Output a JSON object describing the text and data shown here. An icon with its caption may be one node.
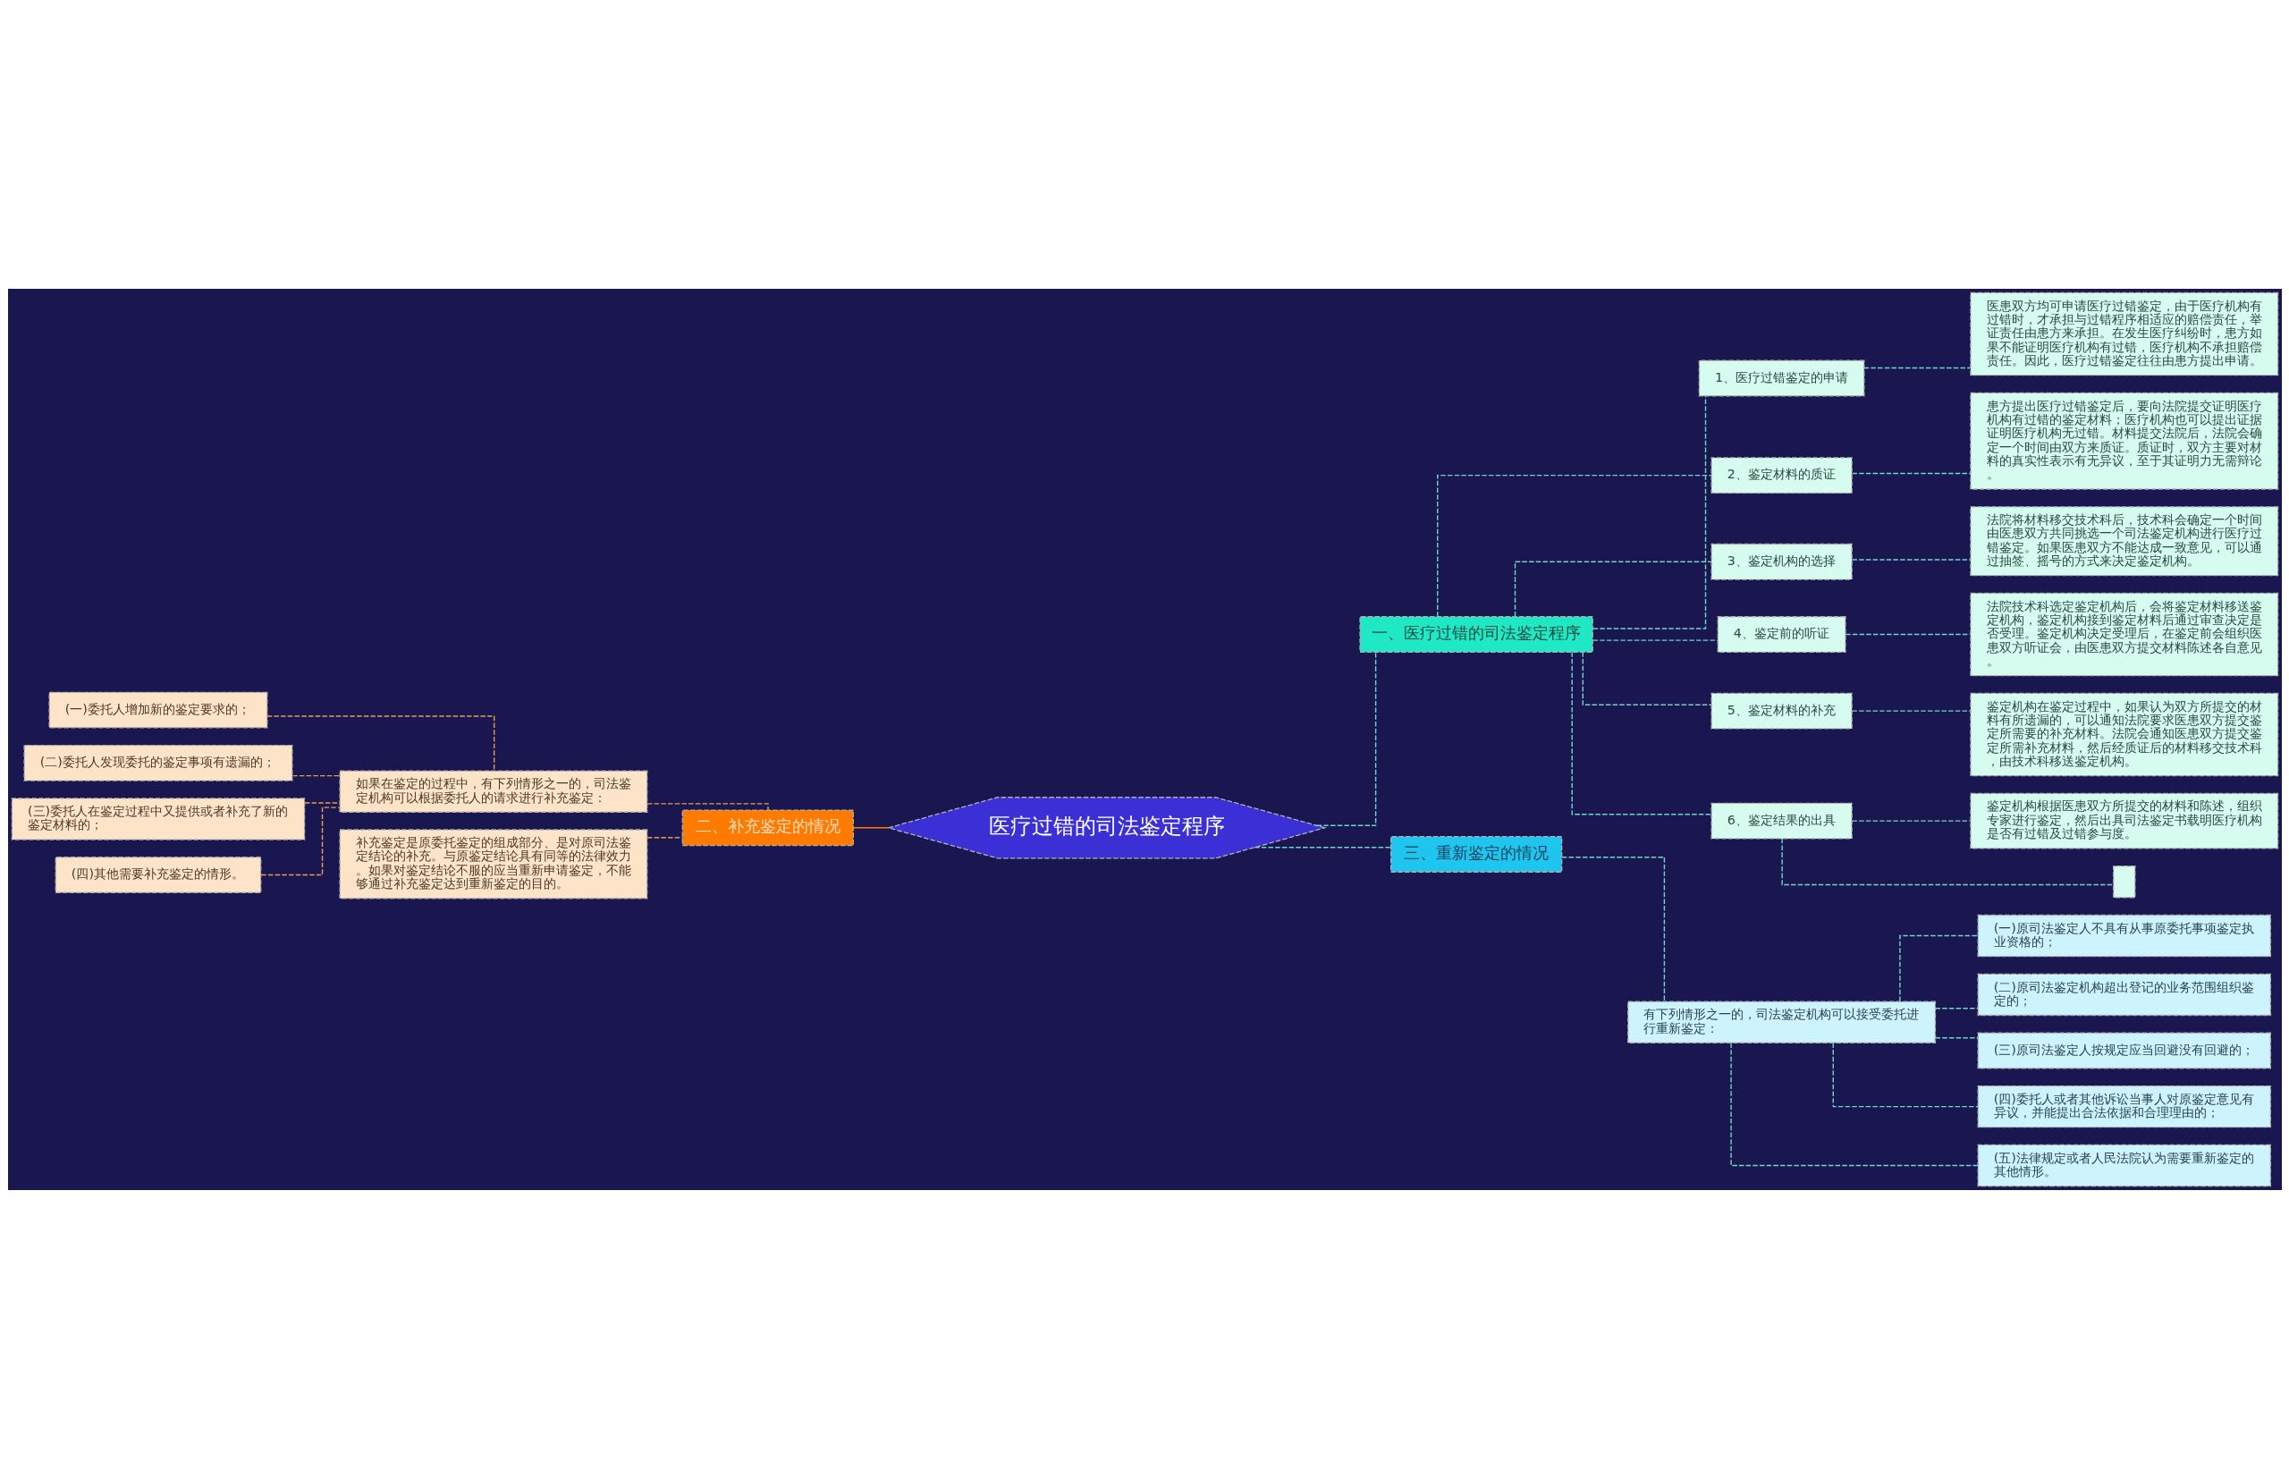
{
  "diagram": {
    "nodes": [
      {
        "text": [
          "医疗过错的司法鉴定程序"
        ]
      },
      {
        "text": [
          "一、医疗过错的司法鉴定程序"
        ]
      },
      {
        "text": [
          "1、医疗过错鉴定的申请"
        ]
      },
      {
        "text": [
          "医患双方均可申请医疗过错鉴定，由于医疗机构有过错时，才承担与过错程序相适应的赔偿责任，举证责任由患方来承担。在发生医疗纠纷时，患方如果不能证明医疗机构有过错，医疗机构不承担赔偿责任。因此，医疗过错鉴定往往由患方提出申请。"
        ]
      },
      {
        "text": [
          "2、鉴定材料的质证"
        ]
      },
      {
        "text": [
          "患方提出医疗过错鉴定后，要向法院提交证明医疗机构有过错的鉴定材料；医疗机构也可以提出证据证明医疗机构无过错。材料提交法院后，法院会确定一个时间由双方来质证。质证时，双方主要对材料的真实性表示有无异议，至于其证明力无需辩论。"
        ]
      },
      {
        "text": [
          "3、鉴定机构的选择"
        ]
      },
      {
        "text": [
          "法院将材料移交技术科后，技术科会确定一个时间由医患双方共同挑选一个司法鉴定机构进行医疗过错鉴定。如果医患双方不能达成一致意见，可以通过抽签、摇号的方式来决定鉴定机构。"
        ]
      },
      {
        "text": [
          "4、鉴定前的听证"
        ]
      },
      {
        "text": [
          "法院技术科选定鉴定机构后，会将鉴定材料移送鉴定机构，鉴定机构接到鉴定材料后通过审查决定是否受理。鉴定机构决定受理后，在鉴定前会组织医患双方听证会，由医患双方提交材料陈述各自意见。"
        ]
      },
      {
        "text": [
          "5、鉴定材料的补充"
        ]
      },
      {
        "text": [
          "鉴定机构在鉴定过程中，如果认为双方所提交的材料有所遗漏的，可以通知法院要求医患双方提交鉴定所需要的补充材料。法院会通知医患双方提交鉴定所需补充材料，然后经质证后的材料移交技术科，由技术科移送鉴定机构。"
        ]
      },
      {
        "text": [
          "6、鉴定结果的出具"
        ]
      },
      {
        "text": [
          "鉴定机构根据医患双方所提交的材料和陈述，组织专家进行鉴定，然后出具司法鉴定书载明医疗机构是否有过错及过错参与度。"
        ]
      },
      {
        "text": [],
        "shape": "box"
      },
      {
        "text": [
          "二、补充鉴定的情况"
        ]
      },
      {
        "text": [
          "如果在鉴定的过程中，有下列情形之一的，司法鉴定机构可以根据委托人的请求进行补充鉴定："
        ]
      },
      {
        "text": [
          "(一)委托人增加新的鉴定要求的；"
        ]
      },
      {
        "text": [
          "(二)委托人发现委托的鉴定事项有遗漏的；"
        ]
      },
      {
        "text": [
          "(三)委托人在鉴定过程中又提供或者补充了新的鉴定材料的；"
        ]
      },
      {
        "text": [
          "(四)其他需要补充鉴定的情形。"
        ]
      },
      {
        "text": [
          "补充鉴定是原委托鉴定的组成部分、是对原司法鉴定结论的补充。与原鉴定结论具有同等的法律效力。如果对鉴定结论不服的应当重新申请鉴定，不能够通过补充鉴定达到重新鉴定的目的。"
        ]
      },
      {
        "text": [
          "三、重新鉴定的情况"
        ]
      },
      {
        "text": [
          "有下列情形之一的，司法鉴定机构可以接受委托进行重新鉴定："
        ]
      },
      {
        "text": [
          "(一)原司法鉴定人不具有从事原委托事项鉴定执业资格的；"
        ]
      },
      {
        "text": [
          "(二)原司法鉴定机构超出登记的业务范围组织鉴定的；"
        ]
      },
      {
        "text": [
          "(三)原司法鉴定人按规定应当回避没有回避的；"
        ]
      },
      {
        "text": [
          "(四)委托人或者其他诉讼当事人对原鉴定意见有异议，并能提出合法依据和合理理由的；"
        ]
      },
      {
        "text": [
          "(五)法律规定或者人民法院认为需要重新鉴定的其他情形。"
        ]
      }
    ],
    "edges": [
      {
        "from": 0,
        "to": 1,
        "arrow": "none",
        "style": "dashed"
      },
      {
        "from": 1,
        "to": 2,
        "arrow": "none",
        "style": "dashed"
      },
      {
        "from": 2,
        "to": 3,
        "arrow": "none",
        "style": "dashed"
      },
      {
        "from": 1,
        "to": 4,
        "arrow": "none",
        "style": "dashed"
      },
      {
        "from": 4,
        "to": 5,
        "arrow": "none",
        "style": "dashed"
      },
      {
        "from": 1,
        "to": 6,
        "arrow": "none",
        "style": "dashed"
      },
      {
        "from": 6,
        "to": 7,
        "arrow": "none",
        "style": "dashed"
      },
      {
        "from": 1,
        "to": 8,
        "arrow": "none",
        "style": "dashed"
      },
      {
        "from": 8,
        "to": 9,
        "arrow": "none",
        "style": "dashed"
      },
      {
        "from": 1,
        "to": 10,
        "arrow": "none",
        "style": "dashed"
      },
      {
        "from": 10,
        "to": 11,
        "arrow": "none",
        "style": "dashed"
      },
      {
        "from": 1,
        "to": 12,
        "arrow": "none",
        "style": "dashed"
      },
      {
        "from": 12,
        "to": 13,
        "arrow": "none",
        "style": "dashed"
      },
      {
        "from": 12,
        "to": 14,
        "arrow": "none",
        "style": "dashed"
      },
      {
        "from": 0,
        "to": 15,
        "arrow": "none",
        "color": "#ff7a00"
      },
      {
        "from": 15,
        "to": 16,
        "arrow": "none",
        "style": "dashed",
        "color": "#e0a050"
      },
      {
        "from": 16,
        "to": 17,
        "arrow": "none",
        "style": "dashed",
        "color": "#e0a050"
      },
      {
        "from": 16,
        "to": 18,
        "arrow": "none",
        "style": "dashed",
        "color": "#e0a050"
      },
      {
        "from": 16,
        "to": 19,
        "arrow": "none",
        "style": "dashed",
        "color": "#e0a050"
      },
      {
        "from": 16,
        "to": 20,
        "arrow": "none",
        "style": "dashed",
        "color": "#e0a050"
      },
      {
        "from": 15,
        "to": 21,
        "arrow": "none",
        "style": "dashed",
        "color": "#e0a050"
      },
      {
        "from": 0,
        "to": 22,
        "arrow": "none",
        "style": "dashed"
      },
      {
        "from": 22,
        "to": 23,
        "arrow": "none",
        "style": "dashed"
      },
      {
        "from": 23,
        "to": 24,
        "arrow": "none",
        "style": "dashed"
      },
      {
        "from": 23,
        "to": 25,
        "arrow": "none",
        "style": "dashed"
      },
      {
        "from": 23,
        "to": 26,
        "arrow": "none",
        "style": "dashed"
      },
      {
        "from": 23,
        "to": 27,
        "arrow": "none",
        "style": "dashed"
      },
      {
        "from": 23,
        "to": 28,
        "arrow": "none",
        "style": "dashed"
      }
    ]
  }
}
